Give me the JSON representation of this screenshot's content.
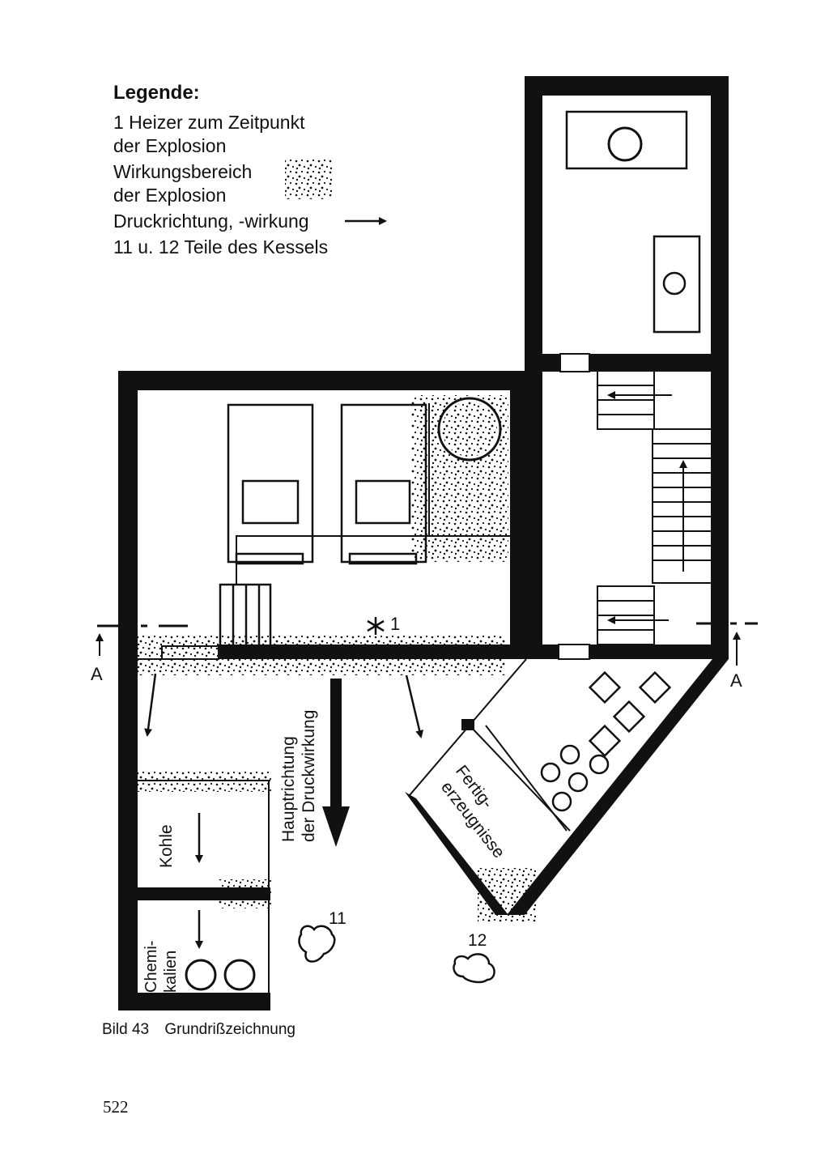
{
  "legend": {
    "title": "Legende:",
    "item1_line1": "1 Heizer zum Zeitpunkt",
    "item1_line2": "der Explosion",
    "item2_line1": "Wirkungsbereich",
    "item2_line2": "der Explosion",
    "item3": "Druckrichtung, -wirkung",
    "item4": "11 u. 12 Teile des Kessels"
  },
  "plan": {
    "section_mark": "A",
    "stoker_marker": "1",
    "main_direction_line1": "Hauptrichtung",
    "main_direction_line2": "der Druckwirkung",
    "room_coal": "Kohle",
    "room_chemicals_line1": "Chemi-",
    "room_chemicals_line2": "kalien",
    "room_finished_line1": "Fertig-",
    "room_finished_line2": "erzeugnisse",
    "boiler_part_11": "11",
    "boiler_part_12": "12"
  },
  "caption": {
    "label": "Bild 43",
    "text": "Grundrißzeichnung"
  },
  "page_number": "522",
  "colors": {
    "ink": "#111111",
    "paper": "#ffffff"
  }
}
